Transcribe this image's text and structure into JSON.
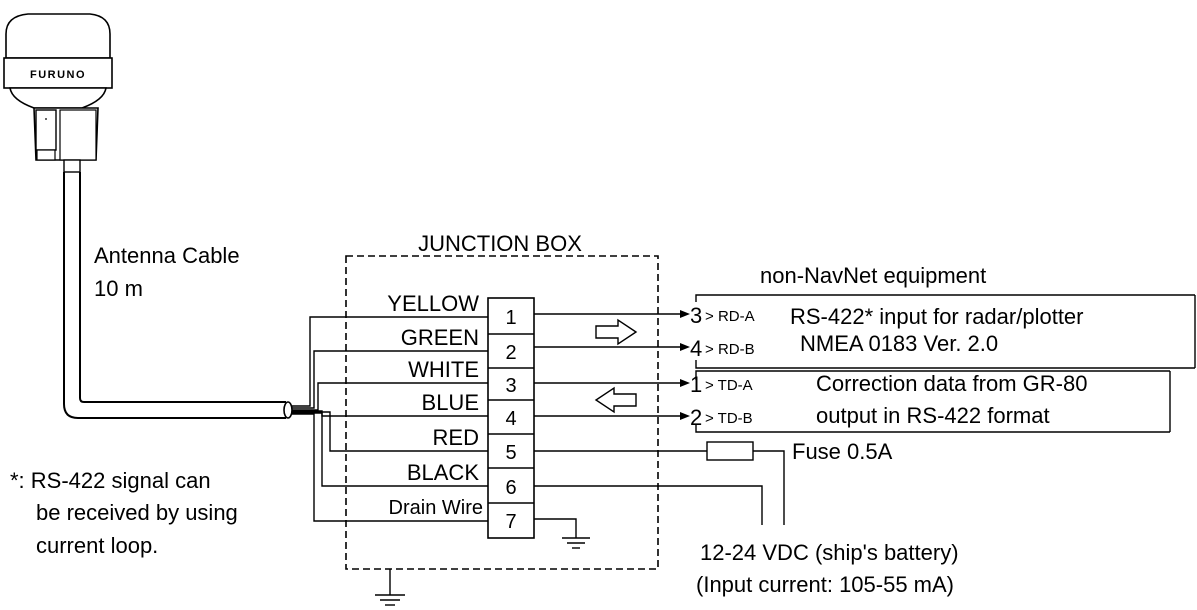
{
  "brand": "FURUNO",
  "cable": {
    "label_line1": "Antenna Cable",
    "label_line2": "10 m"
  },
  "junction_box": {
    "title": "JUNCTION BOX",
    "wires": [
      {
        "color_label": "YELLOW",
        "terminal": "1"
      },
      {
        "color_label": "GREEN",
        "terminal": "2"
      },
      {
        "color_label": "WHITE",
        "terminal": "3"
      },
      {
        "color_label": "BLUE",
        "terminal": "4"
      },
      {
        "color_label": "RED",
        "terminal": "5"
      },
      {
        "color_label": "BLACK",
        "terminal": "6"
      },
      {
        "color_label": "Drain Wire",
        "terminal": "7"
      }
    ]
  },
  "equipment": {
    "title": "non-NavNet equipment",
    "pins": [
      {
        "num": "3",
        "sig": "RD-A"
      },
      {
        "num": "4",
        "sig": "RD-B"
      },
      {
        "num": "1",
        "sig": "TD-A"
      },
      {
        "num": "2",
        "sig": "TD-B"
      }
    ],
    "input_desc_line1": "RS-422* input for radar/plotter",
    "input_desc_line2": "NMEA 0183 Ver. 2.0",
    "output_desc_line1": "Correction data from GR-80",
    "output_desc_line2": "output in RS-422 format"
  },
  "fuse": {
    "label": "Fuse 0.5A"
  },
  "power": {
    "line1": "12-24 VDC (ship's battery)",
    "line2": "(Input current: 105-55 mA)"
  },
  "footnote": {
    "line1": "*: RS-422 signal can",
    "line2": "be received by using",
    "line3": "current loop."
  }
}
